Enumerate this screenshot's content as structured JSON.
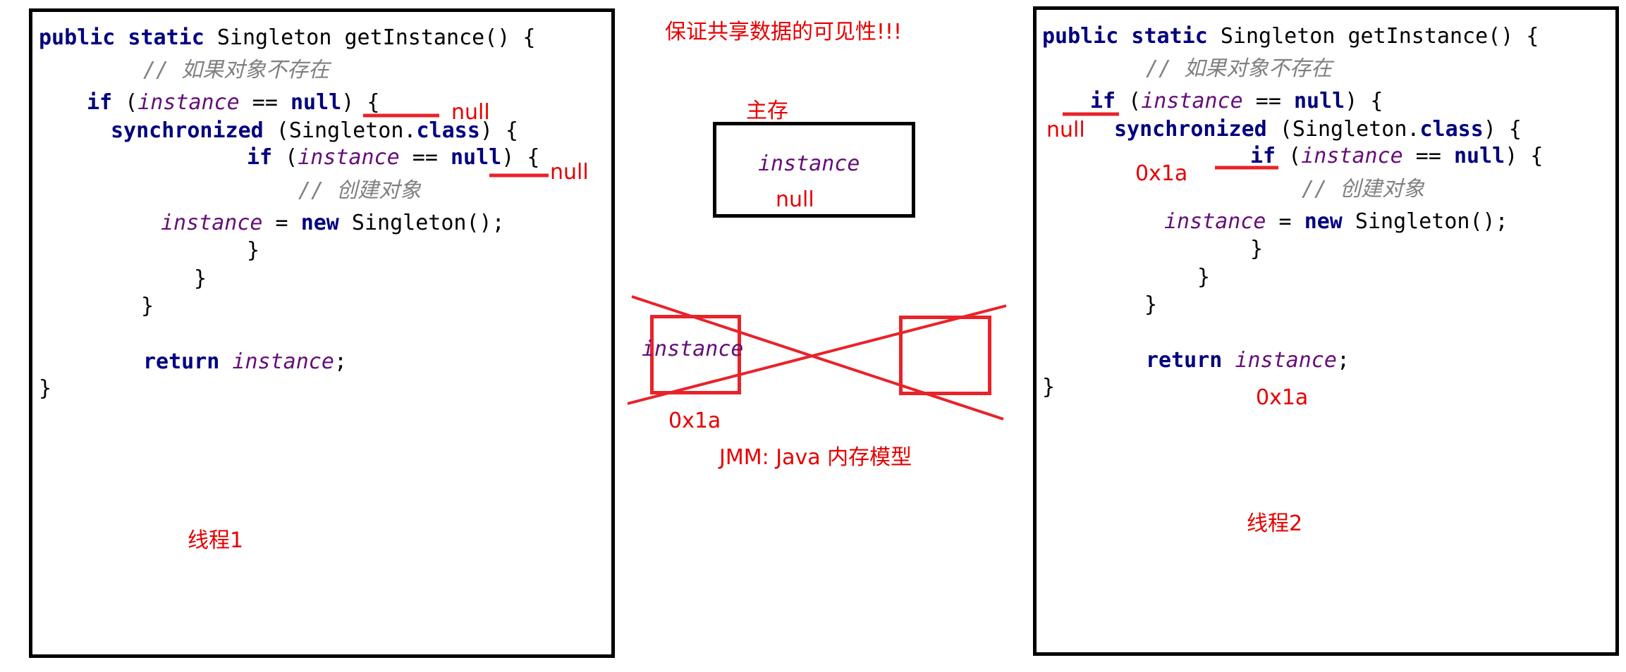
{
  "thread1": {
    "code": {
      "sig_kw": "public static",
      "sig_rest": " Singleton getInstance() {",
      "comment_exists": "// 如果对象不存在",
      "if_kw": "if",
      "if_open": " (",
      "if_var": "instance",
      "if_eq": " == ",
      "if_null": "null",
      "if_close": ") {",
      "sync_kw": "synchronized",
      "sync_rest": " (Singleton.",
      "sync_class": "class",
      "sync_close": ") {",
      "comment_create": "// 创建对象",
      "assign_var": "instance",
      "assign_eq": " = ",
      "assign_new": "new",
      "assign_rest": " Singleton();",
      "brace": "}",
      "return_kw": "return",
      "return_var": " instance",
      "return_semi": ";"
    },
    "label": "线程1",
    "annotation_outer": "null",
    "annotation_inner": "null"
  },
  "thread2": {
    "label": "线程2",
    "annotation_outer": "null",
    "annotation_inner": "0x1a",
    "annotation_return": "0x1a"
  },
  "center": {
    "heading": "保证共享数据的可见性!!!",
    "main_memory_label": "主存",
    "main_memory_var": "instance",
    "main_memory_value": "null",
    "cache_var": "instance",
    "cache_value": "0x1a",
    "jmm_label": "JMM: Java 内存模型"
  },
  "colors": {
    "annotation": "#e60000",
    "keyword": "#000080",
    "variable": "#660e7a",
    "comment": "#808080"
  }
}
